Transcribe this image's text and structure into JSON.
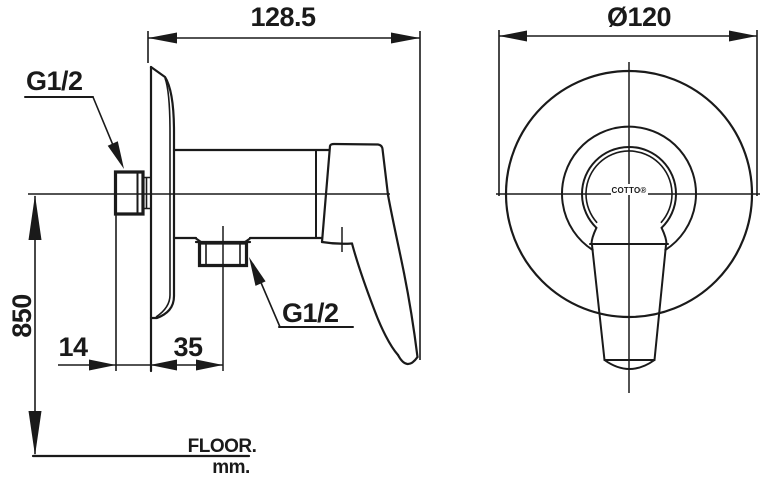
{
  "drawing": {
    "type": "technical-dimension-drawing",
    "product": "exposed shower valve faucet, side and front views",
    "colors": {
      "line": "#1a1a1a",
      "background": "#ffffff"
    },
    "side_view": {
      "width_dim": "128.5",
      "height_dim": "850",
      "inlet_label": "G1/2",
      "outlet_label": "G1/2",
      "offset_inlet_dim": "14",
      "offset_outlet_dim": "35",
      "floor_label": "FLOOR.",
      "unit_label": "mm."
    },
    "front_view": {
      "diameter_dim": "Ø120",
      "brand": "COTTO®"
    }
  }
}
